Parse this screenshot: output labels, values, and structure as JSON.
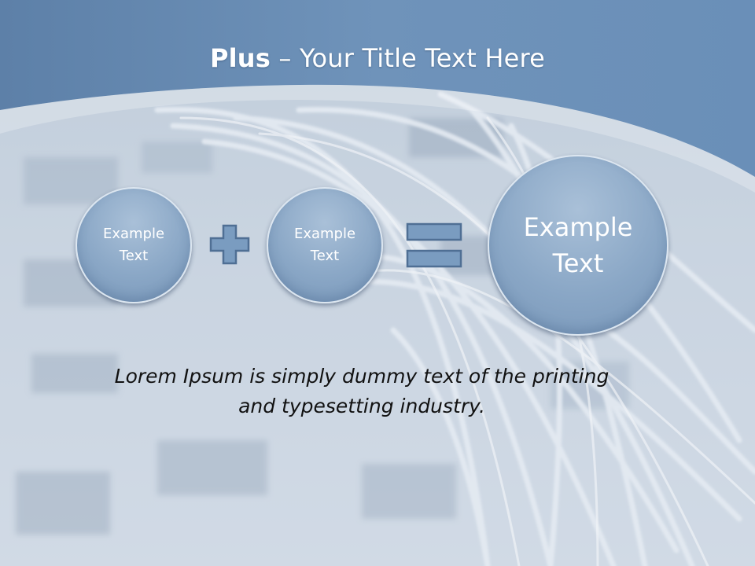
{
  "slide": {
    "title_bold": "Plus",
    "title_rest": " – Your Title Text Here",
    "circles": [
      {
        "line1": "Example",
        "line2": "Text"
      },
      {
        "line1": "Example",
        "line2": "Text"
      },
      {
        "line1": "Example",
        "line2": "Text"
      }
    ],
    "operators": [
      "plus-icon",
      "equals-icon"
    ],
    "caption_line1": "Lorem Ipsum is simply dummy text of the printing",
    "caption_line2": "and typesetting industry."
  },
  "colors": {
    "header_blue": "#6f93ba",
    "circle_fill": "#8aa7c6",
    "operator_fill": "#7a9cc0",
    "operator_stroke": "#4f6f94"
  }
}
